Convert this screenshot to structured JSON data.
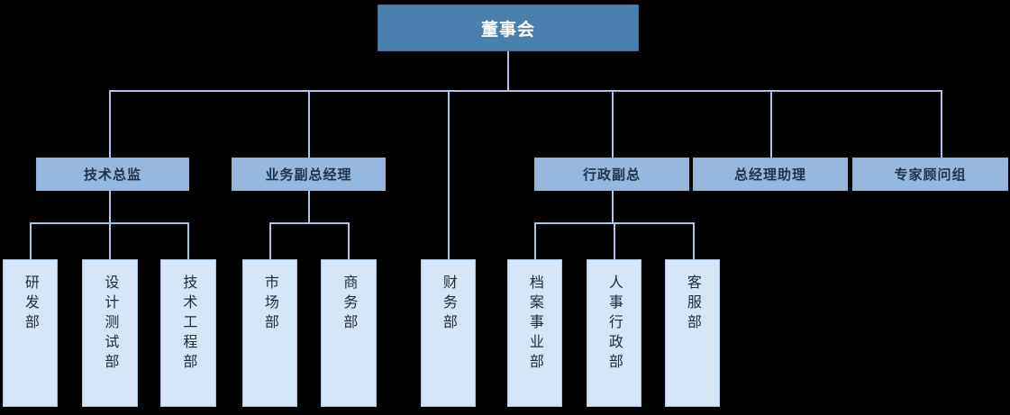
{
  "diagram": {
    "type": "organization-chart",
    "title_text": "董事会",
    "colors": {
      "background": "#000000",
      "root_fill": "#4a80ad",
      "root_text": "#ffffff",
      "level1_fill": "#95b8de",
      "level1_text": "#1f3249",
      "level2_fill": "#d6e6f9",
      "level2_text": "#222b36",
      "connector": "#a9c8e8"
    },
    "root": {
      "label": "董事会"
    },
    "level1": [
      {
        "label": "技术总监"
      },
      {
        "label": "业务副总经理"
      },
      {
        "label": "行政副总"
      },
      {
        "label": "总经理助理"
      },
      {
        "label": "专家顾问组"
      }
    ],
    "level2": [
      {
        "label": "研发部",
        "parent": "技术总监"
      },
      {
        "label": "设计测试部",
        "parent": "技术总监"
      },
      {
        "label": "技术工程部",
        "parent": "技术总监"
      },
      {
        "label": "市场部",
        "parent": "业务副总经理"
      },
      {
        "label": "商务部",
        "parent": "业务副总经理"
      },
      {
        "label": "财务部",
        "parent": "董事会"
      },
      {
        "label": "档案事业部",
        "parent": "行政副总"
      },
      {
        "label": "人事行政部",
        "parent": "行政副总"
      },
      {
        "label": "客服部",
        "parent": "行政副总"
      }
    ]
  }
}
